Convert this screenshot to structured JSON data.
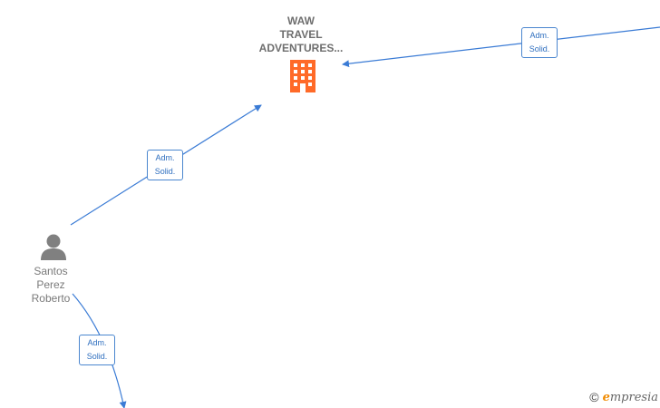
{
  "company": {
    "name_lines": [
      "WAW",
      "TRAVEL",
      "ADVENTURES..."
    ],
    "icon": "building-icon",
    "color": "#ff6a28"
  },
  "person": {
    "name_lines": [
      "Santos",
      "Perez",
      "Roberto"
    ],
    "icon": "person-icon",
    "color": "#808080"
  },
  "edges": [
    {
      "from": "right-offscreen",
      "to": "company",
      "label_lines": [
        "Adm.",
        "Solid."
      ]
    },
    {
      "from": "person",
      "to": "company",
      "label_lines": [
        "Adm.",
        "Solid."
      ]
    },
    {
      "from": "person",
      "to": "bottom-offscreen",
      "label_lines": [
        "Adm.",
        "Solid."
      ]
    }
  ],
  "edge_color": "#3a7bd5",
  "watermark": {
    "symbol": "©",
    "brand_first": "e",
    "brand_rest": "mpresia"
  }
}
